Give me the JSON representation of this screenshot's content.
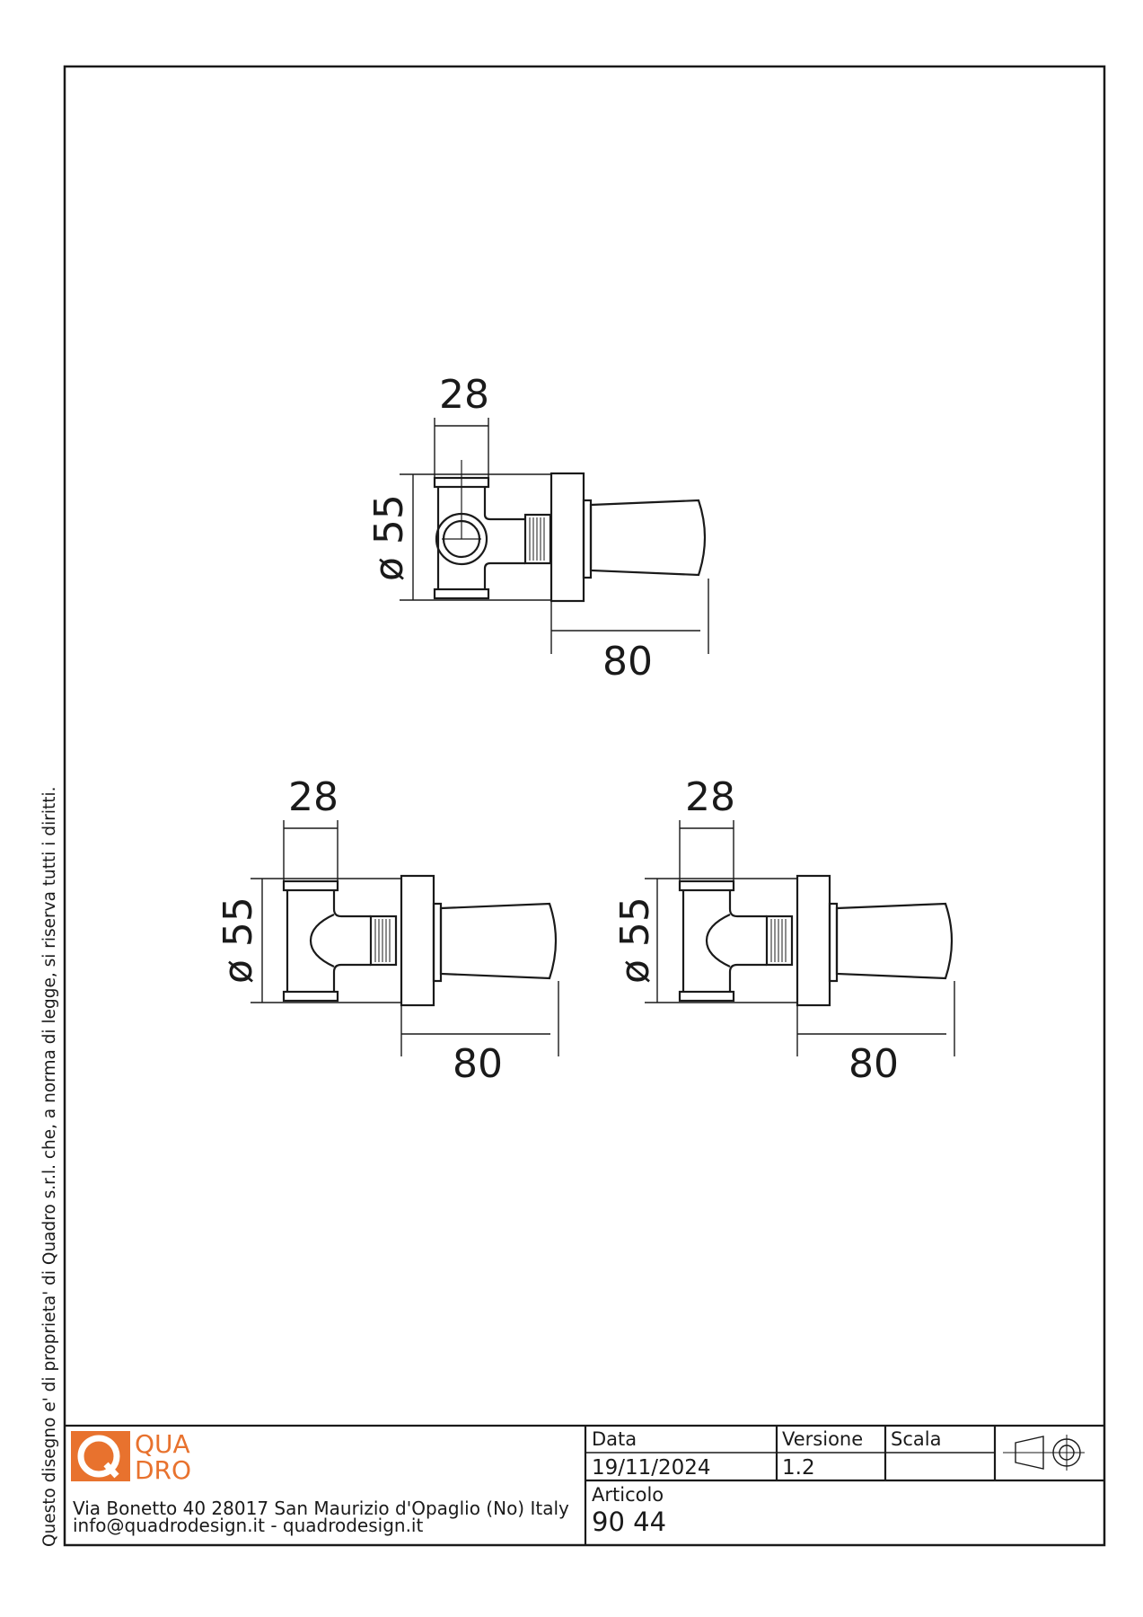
{
  "copyright_notice": "Questo disegno e' di proprieta' di Quadro s.r.l. che, a norma di legge, si riserva tutti i diritti.",
  "views": [
    {
      "width_label": "28",
      "diameter_label": "ø 55",
      "depth_label": "80"
    },
    {
      "width_label": "28",
      "diameter_label": "ø 55",
      "depth_label": "80"
    },
    {
      "width_label": "28",
      "diameter_label": "ø 55",
      "depth_label": "80"
    }
  ],
  "title_block": {
    "logo": {
      "letter": "Q",
      "line1": "QUA",
      "line2": "DRO",
      "brand_color": "#e8722e"
    },
    "address_line1": "Via Bonetto 40  28017 San Maurizio d'Opaglio (No) Italy",
    "address_line2": "info@quadrodesign.it  -  quadrodesign.it",
    "data_label": "Data",
    "data_value": "19/11/2024",
    "versione_label": "Versione",
    "versione_value": "1.2",
    "scala_label": "Scala",
    "articolo_label": "Articolo",
    "articolo_value": "90 44",
    "projection_symbol": "first-angle-projection-icon"
  }
}
